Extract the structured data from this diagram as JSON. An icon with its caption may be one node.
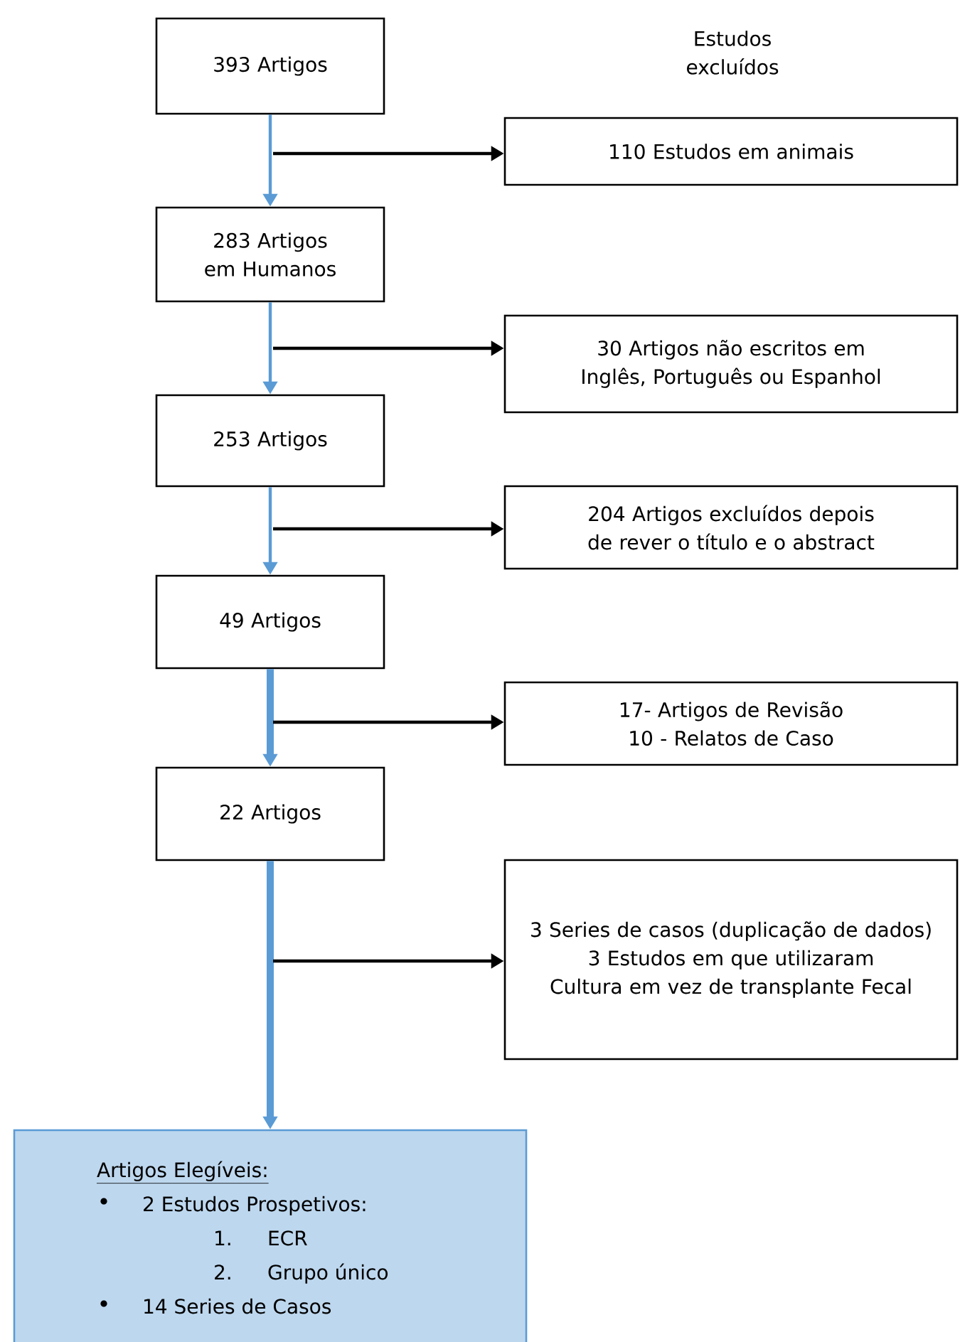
{
  "diagram": {
    "nodes": [
      {
        "text": [
          "393 Artigos"
        ]
      },
      {
        "text": [
          "110 Estudos em animais"
        ]
      },
      {
        "text": [
          "283 Artigos em Humanos"
        ]
      },
      {
        "text": [
          "30 Artigos não escritos em Inglês, Português ou Espanhol"
        ]
      },
      {
        "text": [
          "253 Artigos"
        ]
      },
      {
        "text": [
          "204 Artigos excluídos depois de rever o título e o abstract"
        ]
      },
      {
        "text": [
          "49 Artigos"
        ]
      },
      {
        "text": [
          "17- Artigos de Revisão",
          "10 - Relatos de Caso"
        ]
      },
      {
        "text": [
          "22 Artigos"
        ]
      },
      {
        "text": [
          "3 Series de casos (duplicação de dados)",
          "3 Estudos em que utilizaram Cultura em vez de transplante Fecal"
        ]
      },
      {
        "text": [
          "Artigos Elegíveis:",
          "2 Estudos Prospetivos:",
          "1.",
          "ECR",
          "2.",
          "Grupo único",
          "14 Series de Casos"
        ]
      }
    ],
    "edges": [
      {
        "from": 0,
        "to": 2,
        "arrow": "to",
        "color": "#5b9bd5"
      },
      {
        "from": null,
        "to": 1,
        "arrow": "to",
        "color": "#000000"
      },
      {
        "from": 2,
        "to": 4,
        "arrow": "to",
        "color": "#5b9bd5"
      },
      {
        "from": null,
        "to": 3,
        "arrow": "to",
        "color": "#000000"
      },
      {
        "from": 4,
        "to": 6,
        "arrow": "to",
        "color": "#5b9bd5"
      },
      {
        "from": null,
        "to": 5,
        "arrow": "to",
        "color": "#000000"
      },
      {
        "from": 6,
        "to": 8,
        "arrow": "to",
        "style": "thick",
        "color": "#5b9bd5"
      },
      {
        "from": null,
        "to": 7,
        "arrow": "to",
        "color": "#000000"
      },
      {
        "from": 8,
        "to": 10,
        "arrow": "to",
        "style": "thick",
        "color": "#5b9bd5"
      },
      {
        "from": null,
        "to": 9,
        "arrow": "to",
        "color": "#000000"
      }
    ],
    "labels": [
      "Estudos excluídos"
    ]
  }
}
